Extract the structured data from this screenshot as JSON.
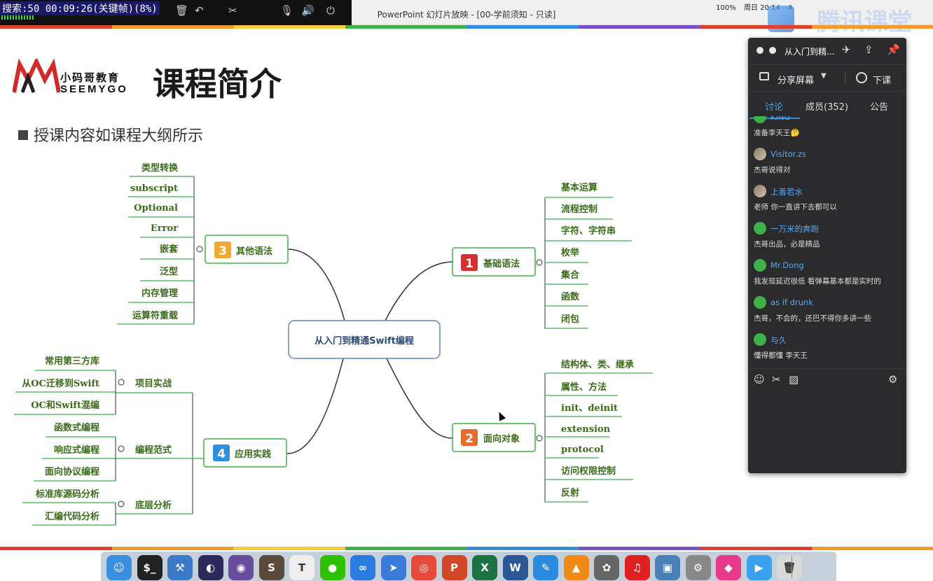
{
  "recorder": {
    "time_text": "搜索:50 00:09:26(关键帧)(8%)",
    "icons": [
      "pause-icon",
      "stop-icon",
      "trash-icon",
      "undo-icon",
      "cut-icon",
      "mic-icon",
      "speaker-icon",
      "power-icon"
    ]
  },
  "menubar": {
    "window_title": "PowerPoint 幻灯片放映 - [00-学前须知 - 只读]",
    "tray": [
      "100%",
      "周日 20:14",
      "A"
    ]
  },
  "tencent": {
    "brand": "腾讯课堂"
  },
  "slide": {
    "brand_cn": "小码哥教育",
    "brand_en": "SEEMYGO",
    "title": "课程简介",
    "bullet": "授课内容如课程大纲所示"
  },
  "mindmap": {
    "center": "从入门到精通Swift编程",
    "branches": [
      {
        "num": "1",
        "label": "基础语法",
        "color": "#d62f2f",
        "leaves": [
          "基本运算",
          "流程控制",
          "字符、字符串",
          "枚举",
          "集合",
          "函数",
          "闭包"
        ]
      },
      {
        "num": "2",
        "label": "面向对象",
        "color": "#e76d2d",
        "leaves": [
          "结构体、类、继承",
          "属性、方法",
          "init、deinit",
          "extension",
          "protocol",
          "访问权限控制",
          "反射"
        ]
      },
      {
        "num": "3",
        "label": "其他语法",
        "color": "#f2a72e",
        "leaves": [
          "类型转换",
          "subscript",
          "Optional",
          "Error",
          "嵌套",
          "泛型",
          "内存管理",
          "运算符重载"
        ]
      },
      {
        "num": "4",
        "label": "应用实践",
        "color": "#2f8fdc",
        "groups": [
          {
            "label": "项目实战",
            "leaves": [
              "常用第三方库",
              "从OC迁移到Swift",
              "OC和Swift混编"
            ]
          },
          {
            "label": "编程范式",
            "leaves": [
              "函数式编程",
              "响应式编程",
              "面向协议编程"
            ]
          },
          {
            "label": "底层分析",
            "leaves": [
              "标准库源码分析",
              "汇编代码分析"
            ]
          }
        ]
      }
    ]
  },
  "panel": {
    "course_name": "从入门到精...",
    "share_label": "分享屏幕",
    "end_label": "下课",
    "tabs": [
      "讨论",
      "成员(352)",
      "公告"
    ],
    "messages": [
      {
        "name": "KING",
        "text": "准备李天王🤔",
        "avatar": "wechat"
      },
      {
        "name": "Visitor.zs",
        "text": "杰哥说得对",
        "avatar": "photo"
      },
      {
        "name": "上善若水",
        "text": "老师 你一直讲下去都可以",
        "avatar": "photo"
      },
      {
        "name": "一万米的奔跑",
        "text": "杰哥出品，必是精品",
        "avatar": "wechat"
      },
      {
        "name": "Mr.Dong",
        "text": "我发现延迟很低 看弹幕基本都是实时的",
        "avatar": "wechat"
      },
      {
        "name": "as if drunk",
        "text": "杰哥，不会的，还巴不得你多讲一些",
        "avatar": "wechat"
      },
      {
        "name": "与久",
        "text": "懂得都懂 李天王",
        "avatar": "wechat"
      }
    ]
  },
  "dock": {
    "apps": [
      {
        "name": "finder",
        "glyph": "☺",
        "color": "#3a8fe0"
      },
      {
        "name": "terminal",
        "glyph": "$_",
        "color": "#222222"
      },
      {
        "name": "xcode",
        "glyph": "⚒",
        "color": "#3b7ac8"
      },
      {
        "name": "eclipse",
        "glyph": "◐",
        "color": "#2c2a5a"
      },
      {
        "name": "github",
        "glyph": "◉",
        "color": "#6a4c9c"
      },
      {
        "name": "sublime",
        "glyph": "S",
        "color": "#5a4a3a"
      },
      {
        "name": "typora",
        "glyph": "T",
        "color": "#eeeeee"
      },
      {
        "name": "wechat",
        "glyph": "●",
        "color": "#2dc100"
      },
      {
        "name": "baidu-netdisk",
        "glyph": "∞",
        "color": "#2a7ce0"
      },
      {
        "name": "feishu",
        "glyph": "➤",
        "color": "#3a7ad8"
      },
      {
        "name": "chrome",
        "glyph": "◎",
        "color": "#e84a3a"
      },
      {
        "name": "powerpoint",
        "glyph": "P",
        "color": "#d24726"
      },
      {
        "name": "excel",
        "glyph": "X",
        "color": "#1e7145"
      },
      {
        "name": "word",
        "glyph": "W",
        "color": "#2b5797"
      },
      {
        "name": "pages",
        "glyph": "✎",
        "color": "#2a8ae0"
      },
      {
        "name": "vlc",
        "glyph": "▲",
        "color": "#f08a14"
      },
      {
        "name": "film",
        "glyph": "✿",
        "color": "#666666"
      },
      {
        "name": "netease-music",
        "glyph": "♫",
        "color": "#e02020"
      },
      {
        "name": "virtualbox",
        "glyph": "▣",
        "color": "#4a7fb8"
      },
      {
        "name": "system-preferences",
        "glyph": "⚙",
        "color": "#888888"
      },
      {
        "name": "magnet",
        "glyph": "◆",
        "color": "#e83a8a"
      },
      {
        "name": "tencent-class",
        "glyph": "▶",
        "color": "#3aa0f0"
      },
      {
        "name": "trash",
        "glyph": "🗑",
        "color": "#d8d8d8"
      }
    ]
  }
}
